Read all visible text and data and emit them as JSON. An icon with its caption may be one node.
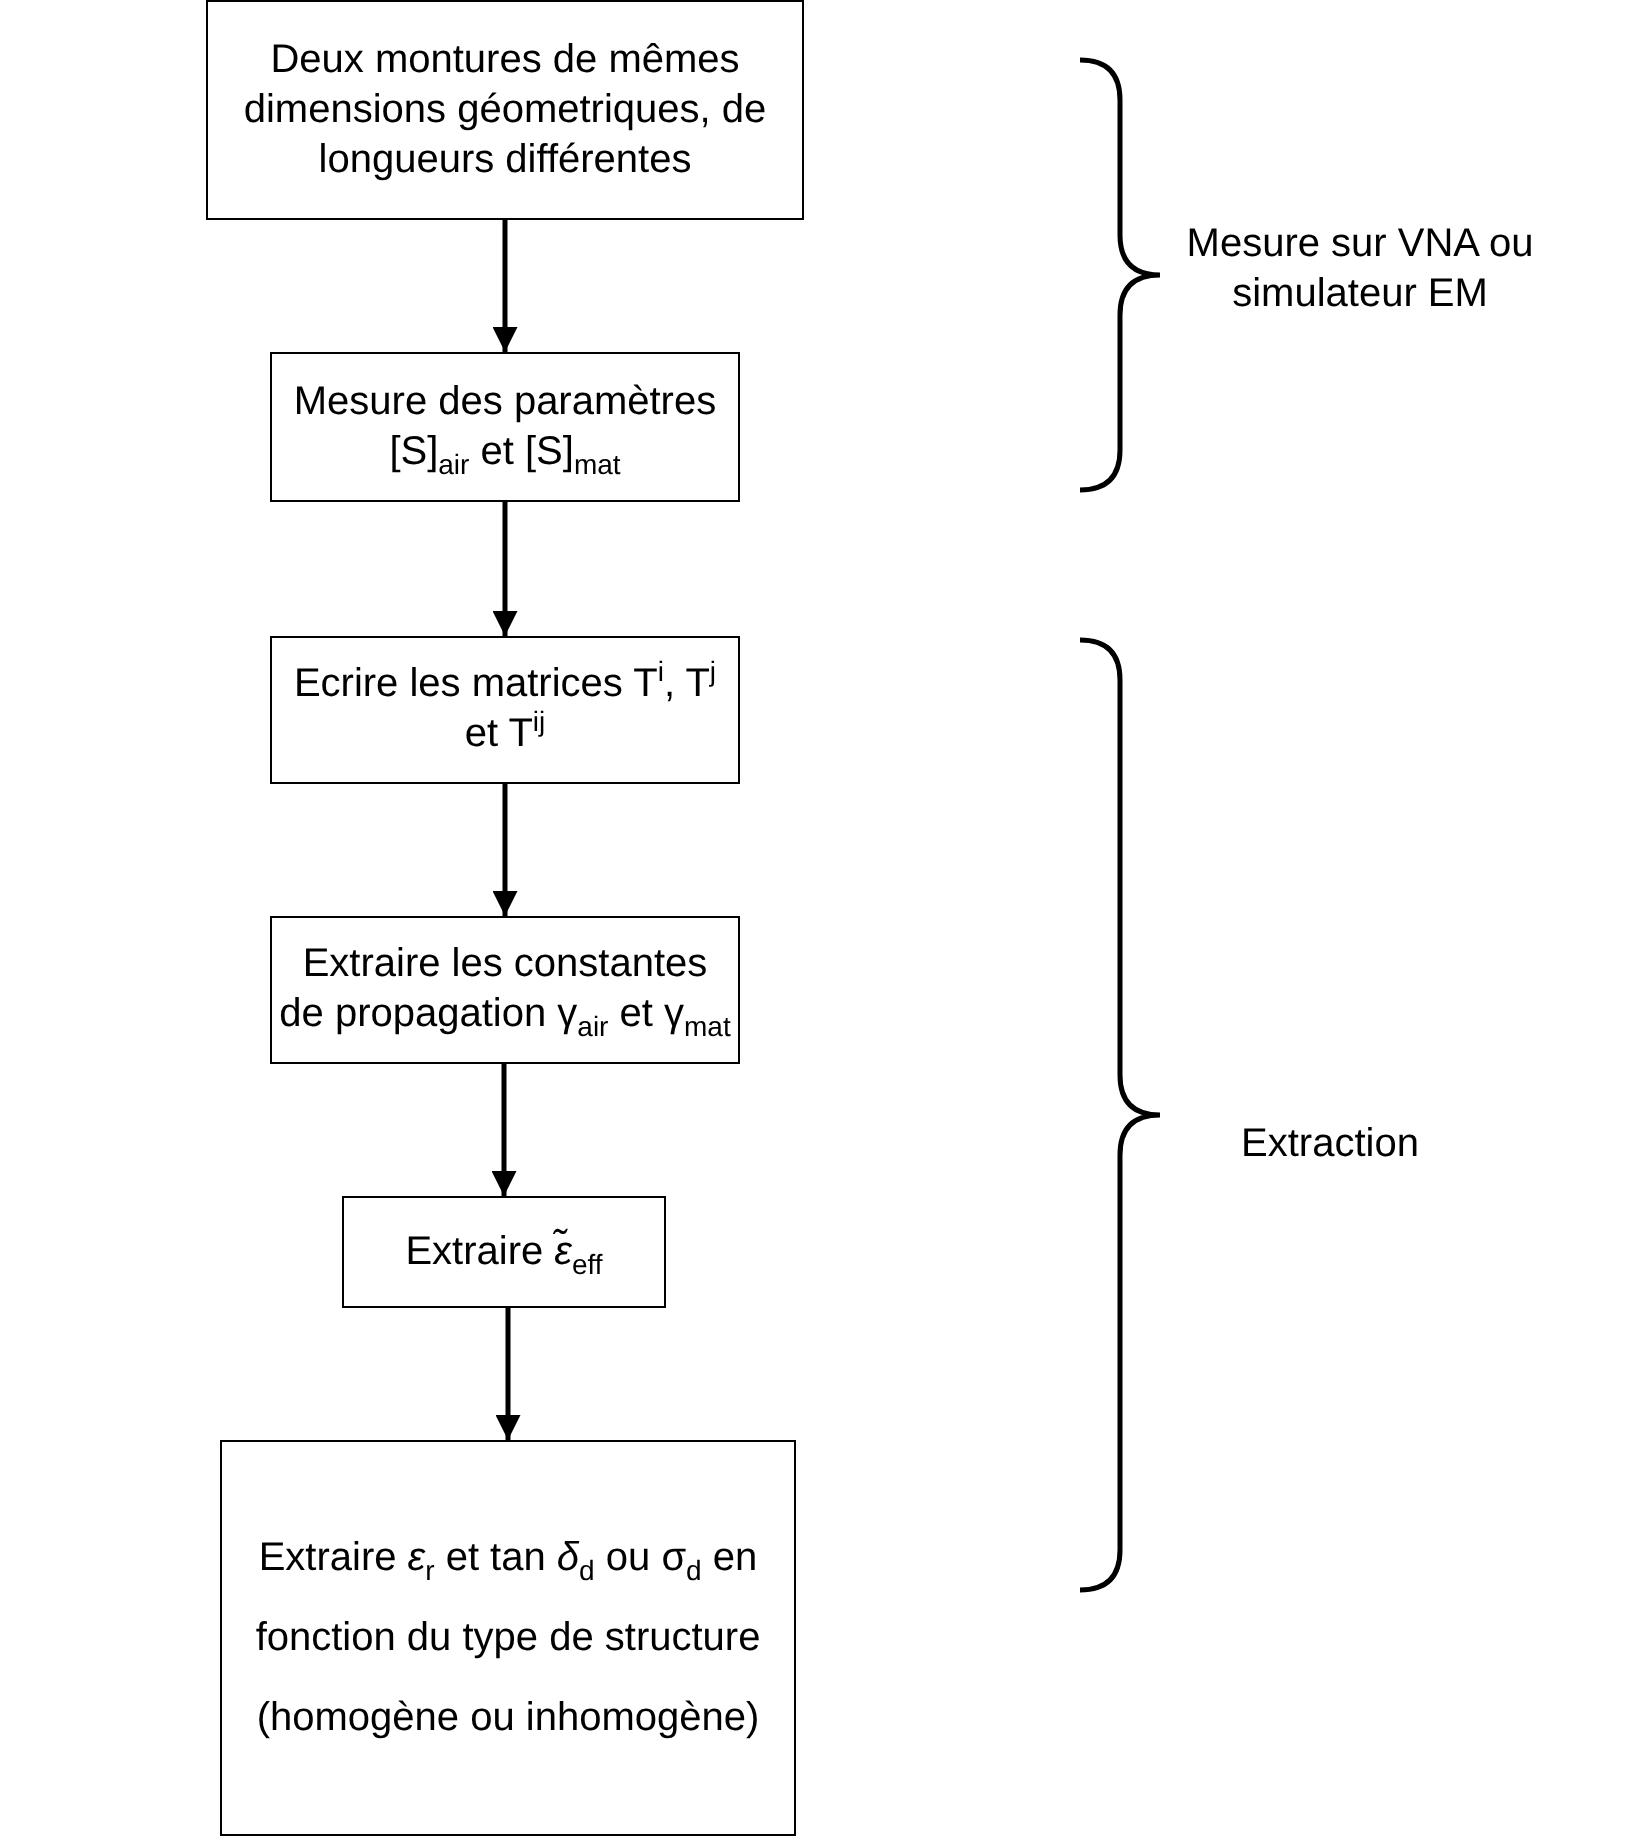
{
  "diagram": {
    "nodes": [
      {
        "text": [
          "Deux montures de mêmes dimensions géometriques, de longueurs différentes"
        ]
      },
      {
        "text": [
          "Mesure des paramètres [S]$_{air}$ et [S]$_{mat}$"
        ]
      },
      {
        "text": [
          "Ecrire les matrices T$^{i}$, T$^{j}$ et T$^{ij}$"
        ]
      },
      {
        "text": [
          "Extraire les constantes de propagation γ$_{air}$ et γ$_{mat}$"
        ]
      },
      {
        "text": [
          "Extraire *ε̃*$_{eff}$"
        ]
      },
      {
        "text": [
          "Extraire *ε*$_{r}$ et tan *δ*$_{d}$ ou σ$_{d}$ en fonction du type de structure (homogène ou inhomogène)"
        ]
      }
    ],
    "edges": [
      {
        "from": 0,
        "to": 1,
        "arrow": "to"
      },
      {
        "from": 1,
        "to": 2,
        "arrow": "to"
      },
      {
        "from": 2,
        "to": 3,
        "arrow": "to"
      },
      {
        "from": 3,
        "to": 4,
        "arrow": "to"
      },
      {
        "from": 4,
        "to": 5,
        "arrow": "to"
      }
    ],
    "labels": [
      "Mesure sur VNA ou simulateur EM",
      "Extraction"
    ]
  }
}
